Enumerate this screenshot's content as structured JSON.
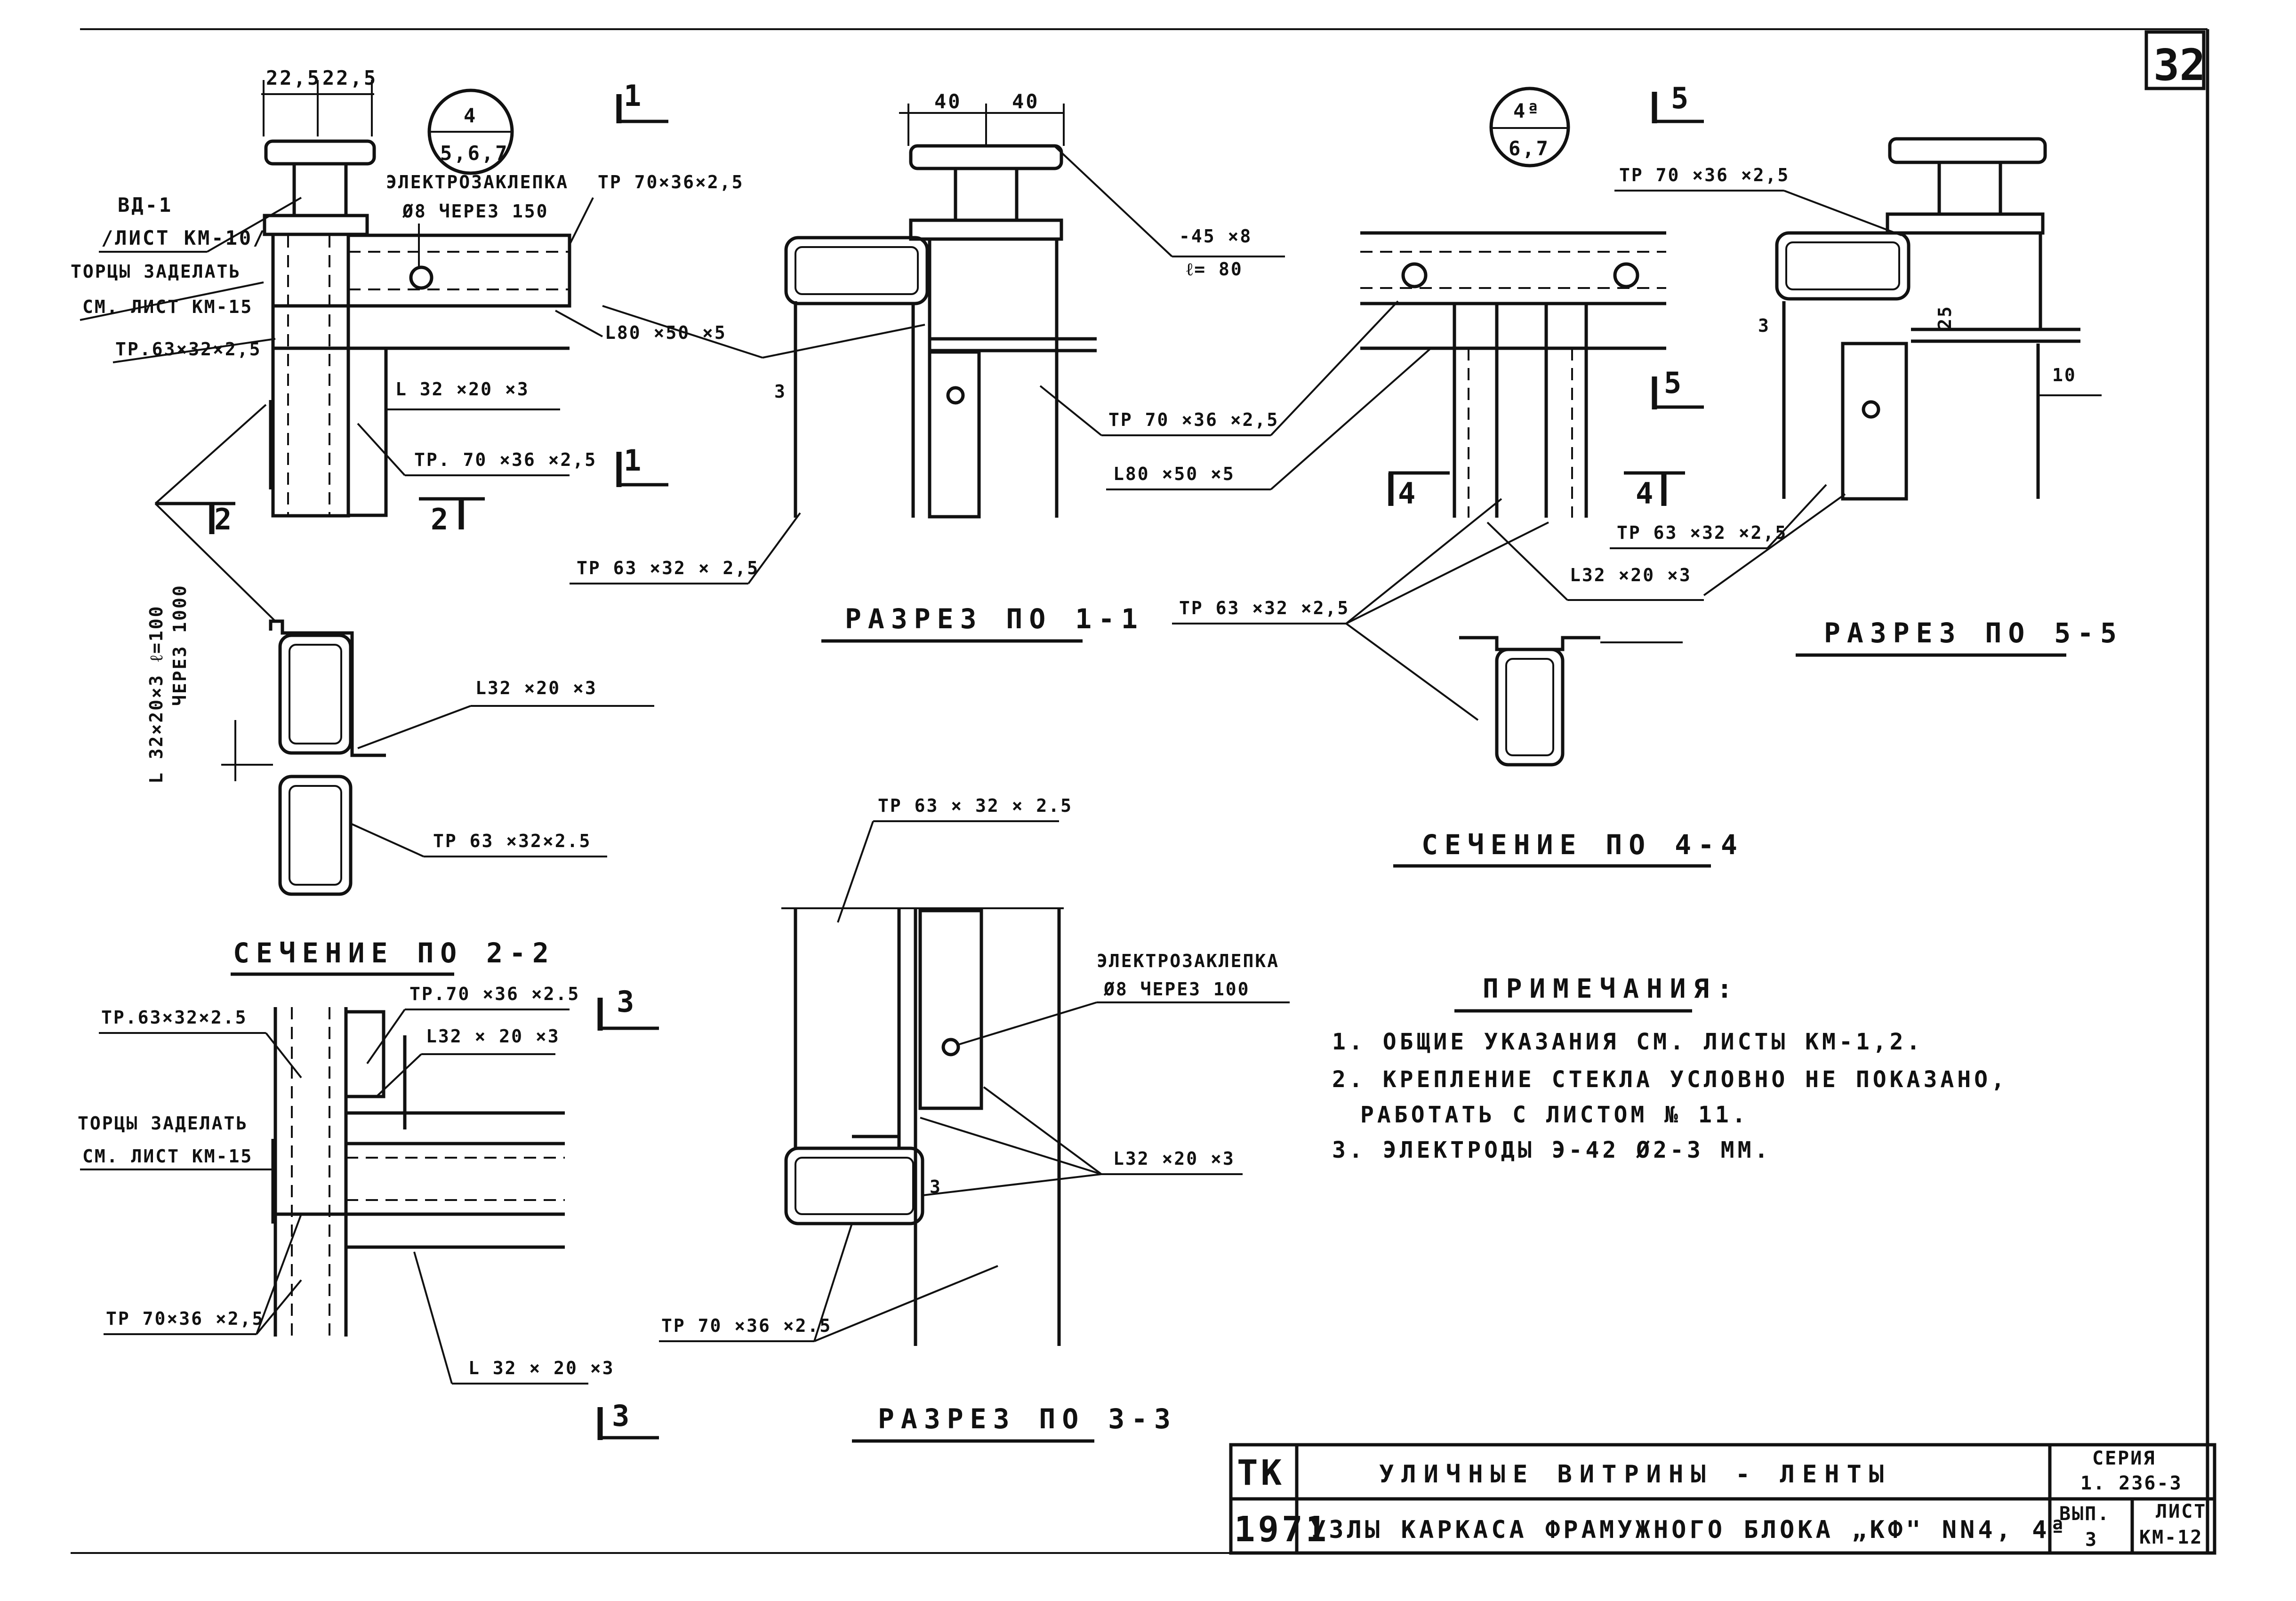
{
  "sheet_number": "32",
  "top_left": {
    "dim_1": "22,5",
    "dim_2": "22,5",
    "ref_circle_top": "4",
    "ref_circle_bottom": "5,6,7",
    "bd_label": "ВД-1",
    "bd_sheet": "/ЛИСТ КМ-10/",
    "ends_1": "ТОРЦЫ ЗАДЕЛАТЬ",
    "ends_2": "СМ. ЛИСТ КМ-15",
    "tp63": "ТР.63×32×2,5",
    "weld_1": "ЭЛЕКТРОЗАКЛЕПКА",
    "weld_2": "Ø8 ЧЕРЕЗ 150",
    "tp70": "ТР 70×36×2,5",
    "l80": "L80 ×50 ×5",
    "l32": "L 32 ×20 ×3",
    "tp70b": "ТР. 70 ×36 ×2,5",
    "cut1": "1",
    "cut2": "2",
    "vert_1": "L 32×20×3 ℓ=100",
    "vert_2": "ЧЕРЕЗ 1000"
  },
  "section_2_2": {
    "l32": "L32 ×20 ×3",
    "tp63": "ТР 63 ×32×2.5",
    "title": "СЕЧЕНИЕ ПО 2-2"
  },
  "section_1_1": {
    "dim_1": "40",
    "dim_2": "40",
    "plate_1": "-45 ×8",
    "plate_2": "ℓ= 80",
    "tp70": "ТР 70 ×36 ×2,5",
    "tp63": "ТР 63 ×32 × 2,5",
    "dim_3": "3",
    "title": "РАЗРЕЗ ПО 1-1"
  },
  "section_4_4_area": {
    "ref_circle_top": "4ª",
    "ref_circle_bottom": "6,7",
    "l80": "L80 ×50 ×5",
    "tp63": "ТР 63 ×32 ×2,5",
    "l32": "L32 ×20 ×3",
    "cut4": "4",
    "cut5": "5",
    "title": "СЕЧЕНИЕ ПО 4-4"
  },
  "section_5_5": {
    "tp70": "ТР 70 ×36 ×2,5",
    "tp63": "ТР 63 ×32 ×2,5",
    "dim_3": "3",
    "dim_25": "25",
    "dim_10": "10",
    "title": "РАЗРЕЗ ПО 5-5"
  },
  "bottom_left": {
    "tp63": "ТР.63×32×2.5",
    "tp70": "ТР.70 ×36 ×2.5",
    "l32": "L32 × 20 ×3",
    "ends_1": "ТОРЦЫ ЗАДЕЛАТЬ",
    "ends_2": "СМ. ЛИСТ КМ-15",
    "tp70b": "ТР 70×36 ×2,5",
    "l32b": "L 32 × 20 ×3",
    "cut3": "3"
  },
  "section_3_3": {
    "tp63": "ТР 63 × 32 × 2.5",
    "weld_1": "ЭЛЕКТРОЗАКЛЕПКА",
    "weld_2": "Ø8 ЧЕРЕЗ 100",
    "l32": "L32 ×20 ×3",
    "dim_3": "3",
    "tp70": "ТР 70 ×36 ×2.5",
    "title": "РАЗРЕЗ ПО 3-3"
  },
  "notes": {
    "title": "ПРИМЕЧАНИЯ:",
    "items": [
      "1. ОБЩИЕ УКАЗАНИЯ СМ. ЛИСТЫ КМ-1,2.",
      "2. КРЕПЛЕНИЕ СТЕКЛА УСЛОВНО НЕ ПОКАЗАНО,",
      "РАБОТАТЬ С ЛИСТОМ № 11.",
      "3. ЭЛЕКТРОДЫ Э-42 Ø2-3 ММ."
    ]
  },
  "title_block": {
    "org": "ТК",
    "year": "1971",
    "title": "УЛИЧНЫЕ ВИТРИНЫ - ЛЕНТЫ",
    "subtitle": "УЗЛЫ КАРКАСА ФРАМУЖНОГО БЛОКА „КФ\" NN4, 4ª",
    "series_label": "СЕРИЯ",
    "series_value": "1. 236-3",
    "issue_label": "ВЫП.",
    "issue_value": "3",
    "sheet_label": "ЛИСТ",
    "sheet_value": "КМ-12"
  }
}
